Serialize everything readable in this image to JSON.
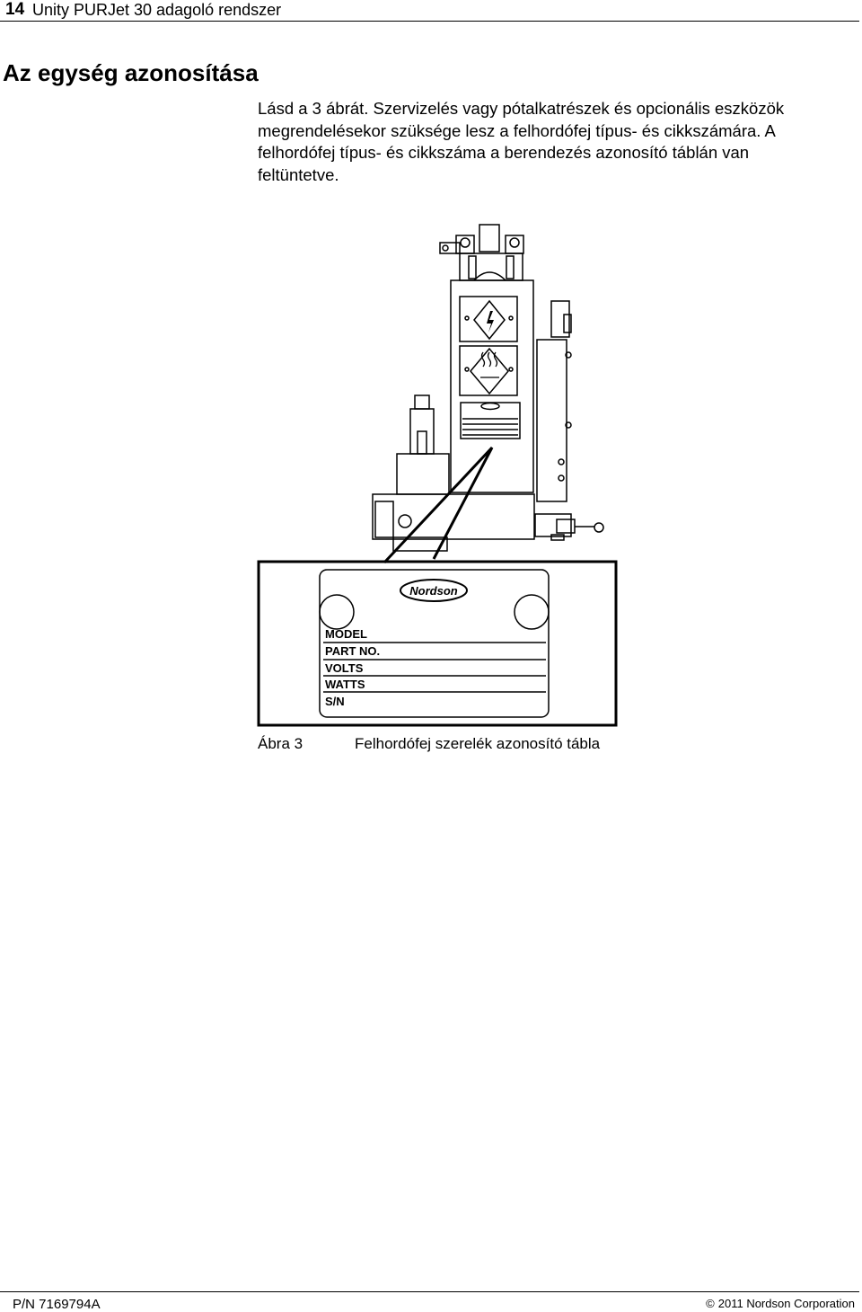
{
  "header": {
    "page_number": "14",
    "running_title": "Unity PURJet 30 adagoló rendszer"
  },
  "section": {
    "title": "Az egység azonosítása",
    "body": "Lásd a 3 ábrát. Szervizelés vagy pótalkatrészek és opcionális eszközök megrendelésekor szüksége lesz a felhordófej típus- és cikkszámára. A felhordófej típus- és cikkszáma a berendezés azonosító táblán van feltüntetve."
  },
  "figure": {
    "label": "Ábra 3",
    "caption": "Felhordófej szerelék azonosító tábla",
    "plate": {
      "brand": "Nordson",
      "fields": [
        "MODEL",
        "PART NO.",
        "VOLTS",
        "WATTS",
        "S/N"
      ]
    },
    "icons": [
      "electrical-hazard-icon",
      "hot-surface-icon"
    ]
  },
  "footer": {
    "part_number": "P/N 7169794A",
    "copyright_symbol": "©",
    "copyright": "2011 Nordson Corporation"
  }
}
